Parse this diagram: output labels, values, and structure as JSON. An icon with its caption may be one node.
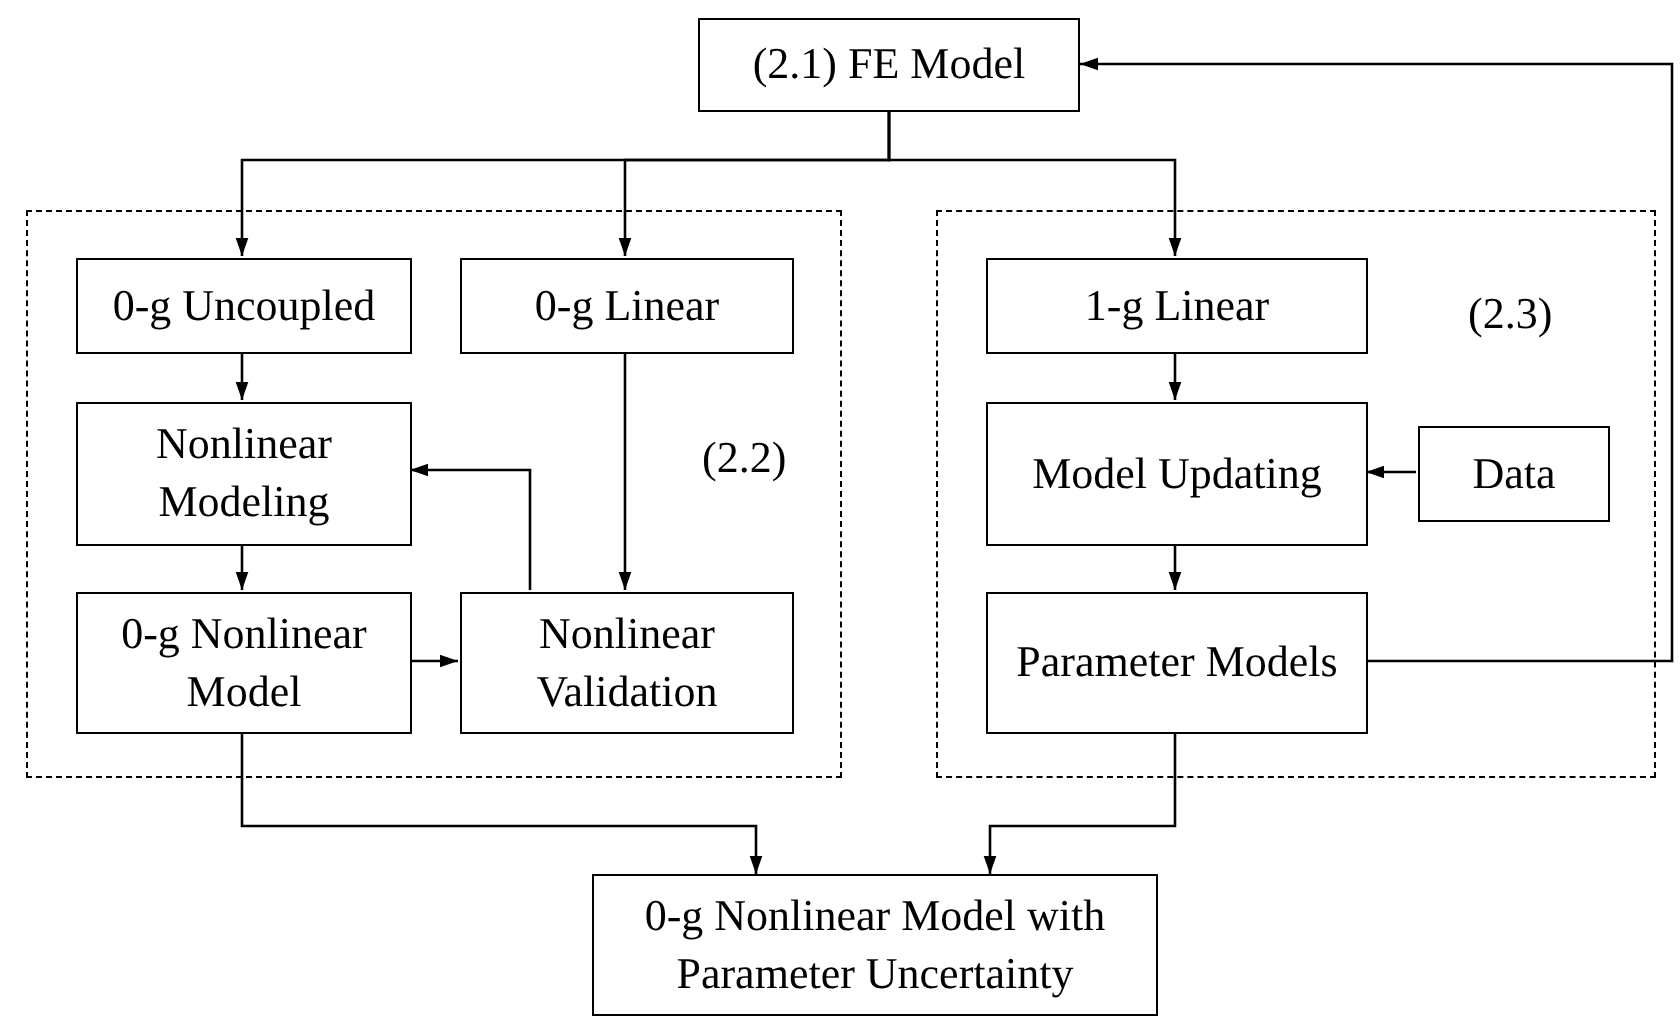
{
  "diagram": {
    "nodes": [
      {
        "text": [
          "(2.1) FE Model"
        ]
      },
      {
        "text": [
          "(2.2)"
        ]
      },
      {
        "text": [
          "0-g Uncoupled"
        ],
        "in": 1
      },
      {
        "text": [
          "0-g Linear"
        ],
        "in": 1
      },
      {
        "text": [
          "Nonlinear Modeling"
        ],
        "in": 1
      },
      {
        "text": [
          "0-g Nonlinear Model"
        ],
        "in": 1
      },
      {
        "text": [
          "Nonlinear Validation"
        ],
        "in": 1
      },
      {
        "text": [
          "(2.3)"
        ]
      },
      {
        "text": [
          "1-g Linear"
        ],
        "in": 7
      },
      {
        "text": [
          "Model Updating"
        ],
        "in": 7
      },
      {
        "text": [
          "Data"
        ],
        "in": 7
      },
      {
        "text": [
          "Parameter Models"
        ],
        "in": 7
      },
      {
        "text": [
          "0-g Nonlinear Model with Parameter Uncertainty"
        ]
      }
    ],
    "edges": [
      {
        "from": 0,
        "to": 2,
        "arrow": "to"
      },
      {
        "from": 0,
        "to": 3,
        "arrow": "to"
      },
      {
        "from": 0,
        "to": 8,
        "arrow": "to"
      },
      {
        "from": 2,
        "to": 4,
        "arrow": "to"
      },
      {
        "from": 4,
        "to": 5,
        "arrow": "to"
      },
      {
        "from": 5,
        "to": 6,
        "arrow": "to"
      },
      {
        "from": 6,
        "to": 4,
        "arrow": "to"
      },
      {
        "from": 3,
        "to": 6,
        "arrow": "to"
      },
      {
        "from": 8,
        "to": 9,
        "arrow": "to"
      },
      {
        "from": 10,
        "to": 9,
        "arrow": "to"
      },
      {
        "from": 9,
        "to": 11,
        "arrow": "to"
      },
      {
        "from": 11,
        "to": 0,
        "arrow": "to"
      },
      {
        "from": 5,
        "to": 12,
        "arrow": "to"
      },
      {
        "from": 11,
        "to": 12,
        "arrow": "to"
      }
    ]
  }
}
